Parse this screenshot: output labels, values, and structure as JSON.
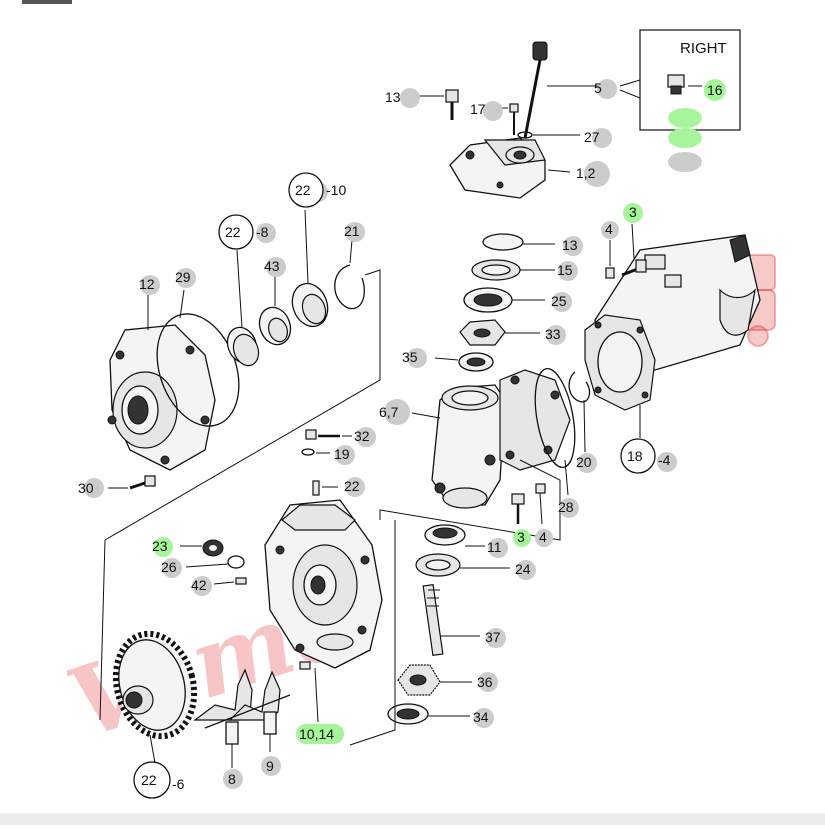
{
  "callouts": {
    "c13a": "13",
    "c17": "17",
    "c5": "5",
    "c27": "27",
    "c12": "1,2",
    "c16": "16",
    "right": "RIGHT",
    "c22_10_num": "22",
    "c22_10_suf": "-10",
    "c22_8_num": "22",
    "c22_8_suf": "-8",
    "c43": "43",
    "c21": "21",
    "c12b": "12",
    "c29": "29",
    "c4a": "4",
    "c3a": "3",
    "c13b": "13",
    "c15": "15",
    "c25": "25",
    "c33": "33",
    "c35": "35",
    "c67": "6,7",
    "c18_num": "18",
    "c18_suf": "-4",
    "c20": "20",
    "c28": "28",
    "c32": "32",
    "c19": "19",
    "c22a": "22",
    "c30": "30",
    "c3b": "3",
    "c4b": "4",
    "c11": "11",
    "c24": "24",
    "c23": "23",
    "c26": "26",
    "c42": "42",
    "c37": "37",
    "c36": "36",
    "c34": "34",
    "c1014": "10,14",
    "c8": "8",
    "c9": "9",
    "c22_6_num": "22",
    "c22_6_suf": "-6"
  },
  "watermark": "Vamo"
}
